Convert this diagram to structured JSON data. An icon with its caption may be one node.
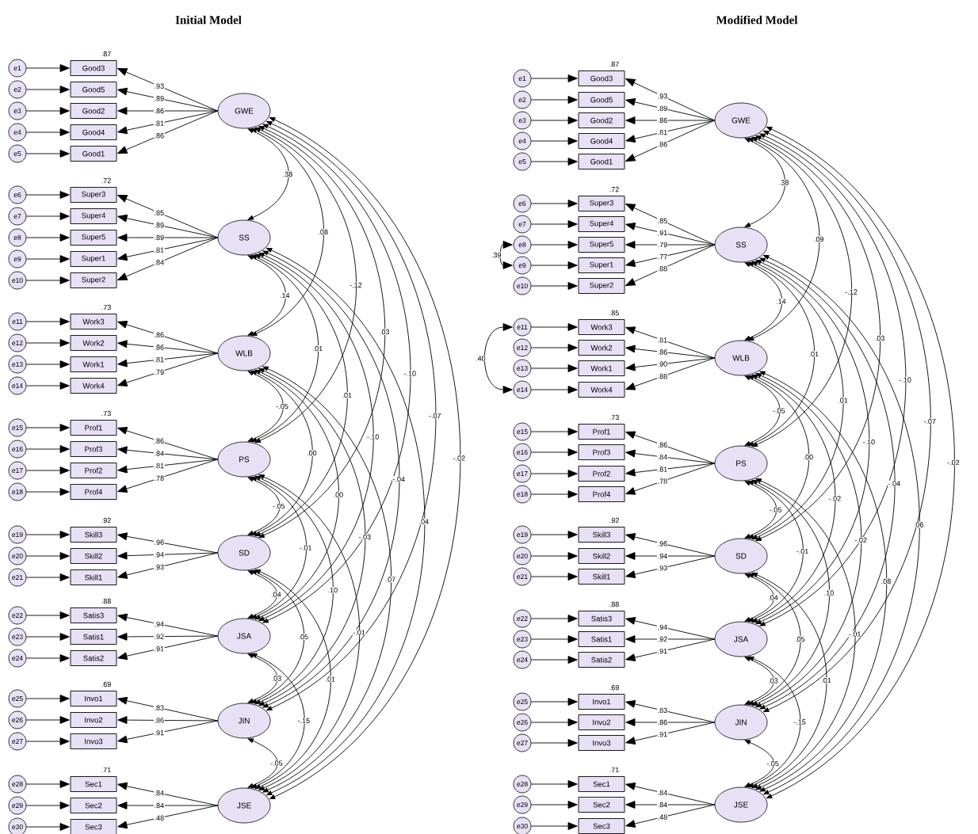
{
  "diagram": {
    "nodes": [
      {
        "text": [
          "e1"
        ]
      },
      {
        "text": [
          "Good3"
        ],
        "beside": [
          ".87"
        ]
      },
      {
        "text": [
          "e2"
        ]
      },
      {
        "text": [
          "Good5"
        ]
      },
      {
        "text": [
          "e3"
        ]
      },
      {
        "text": [
          "Good2"
        ]
      },
      {
        "text": [
          "e4"
        ]
      },
      {
        "text": [
          "Good4"
        ]
      },
      {
        "text": [
          "e5"
        ]
      },
      {
        "text": [
          "Good1"
        ]
      },
      {
        "text": [
          "GWE"
        ]
      },
      {
        "text": [
          "e6"
        ]
      },
      {
        "text": [
          "Super3"
        ],
        "beside": [
          ".72"
        ]
      },
      {
        "text": [
          "e7"
        ]
      },
      {
        "text": [
          "Super4"
        ]
      },
      {
        "text": [
          "e8"
        ]
      },
      {
        "text": [
          "Super5"
        ]
      },
      {
        "text": [
          "e9"
        ]
      },
      {
        "text": [
          "Super1"
        ]
      },
      {
        "text": [
          "e10"
        ]
      },
      {
        "text": [
          "Super2"
        ]
      },
      {
        "text": [
          "SS"
        ]
      },
      {
        "text": [
          "e11"
        ]
      },
      {
        "text": [
          "Work3"
        ],
        "beside": [
          ".73"
        ]
      },
      {
        "text": [
          "e12"
        ]
      },
      {
        "text": [
          "Work2"
        ]
      },
      {
        "text": [
          "e13"
        ]
      },
      {
        "text": [
          "Work1"
        ]
      },
      {
        "text": [
          "e14"
        ]
      },
      {
        "text": [
          "Work4"
        ]
      },
      {
        "text": [
          "WLB"
        ]
      },
      {
        "text": [
          "e15"
        ]
      },
      {
        "text": [
          "Prof1"
        ],
        "beside": [
          ".73"
        ]
      },
      {
        "text": [
          "e16"
        ]
      },
      {
        "text": [
          "Prof3"
        ]
      },
      {
        "text": [
          "e17"
        ]
      },
      {
        "text": [
          "Prof2"
        ]
      },
      {
        "text": [
          "e18"
        ]
      },
      {
        "text": [
          "Prof4"
        ]
      },
      {
        "text": [
          "PS"
        ]
      },
      {
        "text": [
          "e19"
        ]
      },
      {
        "text": [
          "Skill3"
        ],
        "beside": [
          ".92"
        ]
      },
      {
        "text": [
          "e20"
        ]
      },
      {
        "text": [
          "Skill2"
        ]
      },
      {
        "text": [
          "e21"
        ]
      },
      {
        "text": [
          "Skill1"
        ]
      },
      {
        "text": [
          "SD"
        ]
      },
      {
        "text": [
          "e22"
        ]
      },
      {
        "text": [
          "Satis3"
        ],
        "beside": [
          ".88"
        ]
      },
      {
        "text": [
          "e23"
        ]
      },
      {
        "text": [
          "Satis1"
        ]
      },
      {
        "text": [
          "e24"
        ]
      },
      {
        "text": [
          "Satis2"
        ]
      },
      {
        "text": [
          "JSA"
        ]
      },
      {
        "text": [
          "e25"
        ]
      },
      {
        "text": [
          "Invo1"
        ],
        "beside": [
          ".69"
        ]
      },
      {
        "text": [
          "e26"
        ]
      },
      {
        "text": [
          "Invo2"
        ]
      },
      {
        "text": [
          "e27"
        ]
      },
      {
        "text": [
          "Invo3"
        ]
      },
      {
        "text": [
          "JIN"
        ]
      },
      {
        "text": [
          "e28"
        ]
      },
      {
        "text": [
          "Sec1"
        ],
        "beside": [
          ".71"
        ]
      },
      {
        "text": [
          "e29"
        ]
      },
      {
        "text": [
          "Sec2"
        ]
      },
      {
        "text": [
          "e30"
        ]
      },
      {
        "text": [
          "Sec3"
        ]
      },
      {
        "text": [
          "JSE"
        ]
      },
      {
        "text": [
          "e1"
        ]
      },
      {
        "text": [
          "Good3"
        ],
        "beside": [
          ".87"
        ]
      },
      {
        "text": [
          "e2"
        ]
      },
      {
        "text": [
          "Good5"
        ]
      },
      {
        "text": [
          "e3"
        ]
      },
      {
        "text": [
          "Good2"
        ]
      },
      {
        "text": [
          "e4"
        ]
      },
      {
        "text": [
          "Good4"
        ]
      },
      {
        "text": [
          "e5"
        ]
      },
      {
        "text": [
          "Good1"
        ]
      },
      {
        "text": [
          "GWE"
        ]
      },
      {
        "text": [
          "e6"
        ]
      },
      {
        "text": [
          "Super3"
        ],
        "beside": [
          ".72"
        ]
      },
      {
        "text": [
          "e7"
        ]
      },
      {
        "text": [
          "Super4"
        ]
      },
      {
        "text": [
          "e8"
        ]
      },
      {
        "text": [
          "Super5"
        ]
      },
      {
        "text": [
          "e9"
        ]
      },
      {
        "text": [
          "Super1"
        ]
      },
      {
        "text": [
          "e10"
        ]
      },
      {
        "text": [
          "Super2"
        ]
      },
      {
        "text": [
          "SS"
        ]
      },
      {
        "text": [
          "e11"
        ]
      },
      {
        "text": [
          "Work3"
        ],
        "beside": [
          ".85"
        ]
      },
      {
        "text": [
          "e12"
        ]
      },
      {
        "text": [
          "Work2"
        ]
      },
      {
        "text": [
          "e13"
        ]
      },
      {
        "text": [
          "Work1"
        ]
      },
      {
        "text": [
          "e14"
        ]
      },
      {
        "text": [
          "Work4"
        ]
      },
      {
        "text": [
          "WLB"
        ]
      },
      {
        "text": [
          "e15"
        ]
      },
      {
        "text": [
          "Prof1"
        ],
        "beside": [
          ".73"
        ]
      },
      {
        "text": [
          "e16"
        ]
      },
      {
        "text": [
          "Prof3"
        ]
      },
      {
        "text": [
          "e17"
        ]
      },
      {
        "text": [
          "Prof2"
        ]
      },
      {
        "text": [
          "e18"
        ]
      },
      {
        "text": [
          "Prof4"
        ]
      },
      {
        "text": [
          "PS"
        ]
      },
      {
        "text": [
          "e19"
        ]
      },
      {
        "text": [
          "Skill3"
        ],
        "beside": [
          ".92"
        ]
      },
      {
        "text": [
          "e20"
        ]
      },
      {
        "text": [
          "Skill2"
        ]
      },
      {
        "text": [
          "e21"
        ]
      },
      {
        "text": [
          "Skill1"
        ]
      },
      {
        "text": [
          "SD"
        ]
      },
      {
        "text": [
          "e22"
        ]
      },
      {
        "text": [
          "Satis3"
        ],
        "beside": [
          ".88"
        ]
      },
      {
        "text": [
          "e23"
        ]
      },
      {
        "text": [
          "Satis1"
        ]
      },
      {
        "text": [
          "e24"
        ]
      },
      {
        "text": [
          "Satis2"
        ]
      },
      {
        "text": [
          "JSA"
        ]
      },
      {
        "text": [
          "e25"
        ]
      },
      {
        "text": [
          "Invo1"
        ],
        "beside": [
          ".69"
        ]
      },
      {
        "text": [
          "e26"
        ]
      },
      {
        "text": [
          "Invo2"
        ]
      },
      {
        "text": [
          "e27"
        ]
      },
      {
        "text": [
          "Invo3"
        ]
      },
      {
        "text": [
          "JIN"
        ]
      },
      {
        "text": [
          "e28"
        ]
      },
      {
        "text": [
          "Sec1"
        ],
        "beside": [
          ".71"
        ]
      },
      {
        "text": [
          "e29"
        ]
      },
      {
        "text": [
          "Sec2"
        ]
      },
      {
        "text": [
          "e30"
        ]
      },
      {
        "text": [
          "Sec3"
        ]
      },
      {
        "text": [
          "JSE"
        ]
      }
    ],
    "edges": [
      {
        "from": 0,
        "to": 1,
        "arrow": "to"
      },
      {
        "from": 2,
        "to": 3,
        "arrow": "to"
      },
      {
        "from": 4,
        "to": 5,
        "arrow": "to"
      },
      {
        "from": 6,
        "to": 7,
        "arrow": "to"
      },
      {
        "from": 8,
        "to": 9,
        "arrow": "to"
      },
      {
        "from": 10,
        "to": 1,
        "arrow": "to",
        "label": ".93"
      },
      {
        "from": 10,
        "to": 3,
        "arrow": "to",
        "label": ".89"
      },
      {
        "from": 10,
        "to": 5,
        "arrow": "to",
        "label": ".86"
      },
      {
        "from": 10,
        "to": 7,
        "arrow": "to",
        "label": ".81"
      },
      {
        "from": 10,
        "to": 9,
        "arrow": "to",
        "label": ".86"
      },
      {
        "from": 11,
        "to": 12,
        "arrow": "to"
      },
      {
        "from": 13,
        "to": 14,
        "arrow": "to"
      },
      {
        "from": 15,
        "to": 16,
        "arrow": "to"
      },
      {
        "from": 17,
        "to": 18,
        "arrow": "to"
      },
      {
        "from": 19,
        "to": 20,
        "arrow": "to"
      },
      {
        "from": 21,
        "to": 12,
        "arrow": "to",
        "label": ".85"
      },
      {
        "from": 21,
        "to": 14,
        "arrow": "to",
        "label": ".89"
      },
      {
        "from": 21,
        "to": 16,
        "arrow": "to",
        "label": ".89"
      },
      {
        "from": 21,
        "to": 18,
        "arrow": "to",
        "label": ".81"
      },
      {
        "from": 21,
        "to": 20,
        "arrow": "to",
        "label": ".84"
      },
      {
        "from": 22,
        "to": 23,
        "arrow": "to"
      },
      {
        "from": 24,
        "to": 25,
        "arrow": "to"
      },
      {
        "from": 26,
        "to": 27,
        "arrow": "to"
      },
      {
        "from": 28,
        "to": 29,
        "arrow": "to"
      },
      {
        "from": 30,
        "to": 23,
        "arrow": "to",
        "label": ".86"
      },
      {
        "from": 30,
        "to": 25,
        "arrow": "to",
        "label": ".86"
      },
      {
        "from": 30,
        "to": 27,
        "arrow": "to",
        "label": ".81"
      },
      {
        "from": 30,
        "to": 29,
        "arrow": "to",
        "label": ".79"
      },
      {
        "from": 31,
        "to": 32,
        "arrow": "to"
      },
      {
        "from": 33,
        "to": 34,
        "arrow": "to"
      },
      {
        "from": 35,
        "to": 36,
        "arrow": "to"
      },
      {
        "from": 37,
        "to": 38,
        "arrow": "to"
      },
      {
        "from": 39,
        "to": 32,
        "arrow": "to",
        "label": ".86"
      },
      {
        "from": 39,
        "to": 34,
        "arrow": "to",
        "label": ".84"
      },
      {
        "from": 39,
        "to": 36,
        "arrow": "to",
        "label": ".81"
      },
      {
        "from": 39,
        "to": 38,
        "arrow": "to",
        "label": ".78"
      },
      {
        "from": 40,
        "to": 41,
        "arrow": "to"
      },
      {
        "from": 42,
        "to": 43,
        "arrow": "to"
      },
      {
        "from": 44,
        "to": 45,
        "arrow": "to"
      },
      {
        "from": 46,
        "to": 41,
        "arrow": "to",
        "label": ".96"
      },
      {
        "from": 46,
        "to": 43,
        "arrow": "to",
        "label": ".94"
      },
      {
        "from": 46,
        "to": 45,
        "arrow": "to",
        "label": ".93"
      },
      {
        "from": 47,
        "to": 48,
        "arrow": "to"
      },
      {
        "from": 49,
        "to": 50,
        "arrow": "to"
      },
      {
        "from": 51,
        "to": 52,
        "arrow": "to"
      },
      {
        "from": 53,
        "to": 48,
        "arrow": "to",
        "label": ".94"
      },
      {
        "from": 53,
        "to": 50,
        "arrow": "to",
        "label": ".92"
      },
      {
        "from": 53,
        "to": 52,
        "arrow": "to",
        "label": ".91"
      },
      {
        "from": 54,
        "to": 55,
        "arrow": "to"
      },
      {
        "from": 56,
        "to": 57,
        "arrow": "to"
      },
      {
        "from": 58,
        "to": 59,
        "arrow": "to"
      },
      {
        "from": 60,
        "to": 55,
        "arrow": "to",
        "label": ".83"
      },
      {
        "from": 60,
        "to": 57,
        "arrow": "to",
        "label": ".86"
      },
      {
        "from": 60,
        "to": 59,
        "arrow": "to",
        "label": ".91"
      },
      {
        "from": 61,
        "to": 62,
        "arrow": "to"
      },
      {
        "from": 63,
        "to": 64,
        "arrow": "to"
      },
      {
        "from": 65,
        "to": 66,
        "arrow": "to"
      },
      {
        "from": 67,
        "to": 62,
        "arrow": "to",
        "label": ".84"
      },
      {
        "from": 67,
        "to": 64,
        "arrow": "to",
        "label": ".84"
      },
      {
        "from": 67,
        "to": 66,
        "arrow": "to",
        "label": ".48"
      },
      {
        "from": 10,
        "to": 21,
        "arrow": "both",
        "label": ".38"
      },
      {
        "from": 10,
        "to": 30,
        "arrow": "both",
        "label": ".08"
      },
      {
        "from": 10,
        "to": 39,
        "arrow": "both",
        "label": "-.12"
      },
      {
        "from": 10,
        "to": 46,
        "arrow": "both",
        "label": ".03"
      },
      {
        "from": 10,
        "to": 53,
        "arrow": "both",
        "label": "-.10"
      },
      {
        "from": 10,
        "to": 60,
        "arrow": "both",
        "label": "-.07"
      },
      {
        "from": 10,
        "to": 67,
        "arrow": "both",
        "label": "-.02"
      },
      {
        "from": 21,
        "to": 30,
        "arrow": "both",
        "label": ".14"
      },
      {
        "from": 21,
        "to": 39,
        "arrow": "both",
        "label": ".01"
      },
      {
        "from": 21,
        "to": 46,
        "arrow": "both",
        "label": ".01"
      },
      {
        "from": 21,
        "to": 53,
        "arrow": "both",
        "label": "-.10"
      },
      {
        "from": 21,
        "to": 60,
        "arrow": "both",
        "label": "-.04"
      },
      {
        "from": 21,
        "to": 67,
        "arrow": "both",
        "label": ".04"
      },
      {
        "from": 30,
        "to": 39,
        "arrow": "both",
        "label": "-.05"
      },
      {
        "from": 30,
        "to": 46,
        "arrow": "both",
        "label": ".00"
      },
      {
        "from": 30,
        "to": 53,
        "arrow": "both",
        "label": ".00"
      },
      {
        "from": 30,
        "to": 60,
        "arrow": "both",
        "label": "-.03"
      },
      {
        "from": 30,
        "to": 67,
        "arrow": "both",
        "label": ".07"
      },
      {
        "from": 39,
        "to": 46,
        "arrow": "both",
        "label": "-.05"
      },
      {
        "from": 39,
        "to": 53,
        "arrow": "both",
        "label": "-.01"
      },
      {
        "from": 39,
        "to": 60,
        "arrow": "both",
        "label": ".10"
      },
      {
        "from": 39,
        "to": 67,
        "arrow": "both",
        "label": "-.01"
      },
      {
        "from": 46,
        "to": 53,
        "arrow": "both",
        "label": ".04"
      },
      {
        "from": 46,
        "to": 60,
        "arrow": "both",
        "label": ".05"
      },
      {
        "from": 46,
        "to": 67,
        "arrow": "both",
        "label": ".01"
      },
      {
        "from": 53,
        "to": 60,
        "arrow": "both",
        "label": ".03"
      },
      {
        "from": 53,
        "to": 67,
        "arrow": "both",
        "label": "-.15"
      },
      {
        "from": 60,
        "to": 67,
        "arrow": "both",
        "label": "-.05"
      },
      {
        "from": 68,
        "to": 69,
        "arrow": "to"
      },
      {
        "from": 70,
        "to": 71,
        "arrow": "to"
      },
      {
        "from": 72,
        "to": 73,
        "arrow": "to"
      },
      {
        "from": 74,
        "to": 75,
        "arrow": "to"
      },
      {
        "from": 76,
        "to": 77,
        "arrow": "to"
      },
      {
        "from": 78,
        "to": 69,
        "arrow": "to",
        "label": ".93"
      },
      {
        "from": 78,
        "to": 71,
        "arrow": "to",
        "label": ".89"
      },
      {
        "from": 78,
        "to": 73,
        "arrow": "to",
        "label": ".86"
      },
      {
        "from": 78,
        "to": 75,
        "arrow": "to",
        "label": ".81"
      },
      {
        "from": 78,
        "to": 77,
        "arrow": "to",
        "label": ".86"
      },
      {
        "from": 79,
        "to": 80,
        "arrow": "to"
      },
      {
        "from": 81,
        "to": 82,
        "arrow": "to"
      },
      {
        "from": 83,
        "to": 84,
        "arrow": "to"
      },
      {
        "from": 85,
        "to": 86,
        "arrow": "to"
      },
      {
        "from": 87,
        "to": 88,
        "arrow": "to"
      },
      {
        "from": 89,
        "to": 80,
        "arrow": "to",
        "label": ".85"
      },
      {
        "from": 89,
        "to": 82,
        "arrow": "to",
        "label": ".91"
      },
      {
        "from": 89,
        "to": 84,
        "arrow": "to",
        "label": ".79"
      },
      {
        "from": 89,
        "to": 86,
        "arrow": "to",
        "label": ".77"
      },
      {
        "from": 89,
        "to": 88,
        "arrow": "to",
        "label": ".88"
      },
      {
        "from": 90,
        "to": 91,
        "arrow": "to"
      },
      {
        "from": 92,
        "to": 93,
        "arrow": "to"
      },
      {
        "from": 94,
        "to": 95,
        "arrow": "to"
      },
      {
        "from": 96,
        "to": 97,
        "arrow": "to"
      },
      {
        "from": 98,
        "to": 91,
        "arrow": "to",
        "label": ".81"
      },
      {
        "from": 98,
        "to": 93,
        "arrow": "to",
        "label": ".86"
      },
      {
        "from": 98,
        "to": 95,
        "arrow": "to",
        "label": ".90"
      },
      {
        "from": 98,
        "to": 97,
        "arrow": "to",
        "label": ".88"
      },
      {
        "from": 99,
        "to": 100,
        "arrow": "to"
      },
      {
        "from": 101,
        "to": 102,
        "arrow": "to"
      },
      {
        "from": 103,
        "to": 104,
        "arrow": "to"
      },
      {
        "from": 105,
        "to": 106,
        "arrow": "to"
      },
      {
        "from": 107,
        "to": 100,
        "arrow": "to",
        "label": ".86"
      },
      {
        "from": 107,
        "to": 102,
        "arrow": "to",
        "label": ".84"
      },
      {
        "from": 107,
        "to": 104,
        "arrow": "to",
        "label": ".81"
      },
      {
        "from": 107,
        "to": 106,
        "arrow": "to",
        "label": ".78"
      },
      {
        "from": 108,
        "to": 109,
        "arrow": "to"
      },
      {
        "from": 110,
        "to": 111,
        "arrow": "to"
      },
      {
        "from": 112,
        "to": 113,
        "arrow": "to"
      },
      {
        "from": 114,
        "to": 109,
        "arrow": "to",
        "label": ".96"
      },
      {
        "from": 114,
        "to": 111,
        "arrow": "to",
        "label": ".94"
      },
      {
        "from": 114,
        "to": 113,
        "arrow": "to",
        "label": ".93"
      },
      {
        "from": 115,
        "to": 116,
        "arrow": "to"
      },
      {
        "from": 117,
        "to": 118,
        "arrow": "to"
      },
      {
        "from": 119,
        "to": 120,
        "arrow": "to"
      },
      {
        "from": 121,
        "to": 116,
        "arrow": "to",
        "label": ".94"
      },
      {
        "from": 121,
        "to": 118,
        "arrow": "to",
        "label": ".92"
      },
      {
        "from": 121,
        "to": 120,
        "arrow": "to",
        "label": ".91"
      },
      {
        "from": 122,
        "to": 123,
        "arrow": "to"
      },
      {
        "from": 124,
        "to": 125,
        "arrow": "to"
      },
      {
        "from": 126,
        "to": 127,
        "arrow": "to"
      },
      {
        "from": 128,
        "to": 123,
        "arrow": "to",
        "label": ".83"
      },
      {
        "from": 128,
        "to": 125,
        "arrow": "to",
        "label": ".86"
      },
      {
        "from": 128,
        "to": 127,
        "arrow": "to",
        "label": ".91"
      },
      {
        "from": 129,
        "to": 130,
        "arrow": "to"
      },
      {
        "from": 131,
        "to": 132,
        "arrow": "to"
      },
      {
        "from": 133,
        "to": 134,
        "arrow": "to"
      },
      {
        "from": 135,
        "to": 130,
        "arrow": "to",
        "label": ".84"
      },
      {
        "from": 135,
        "to": 132,
        "arrow": "to",
        "label": ".84"
      },
      {
        "from": 135,
        "to": 134,
        "arrow": "to",
        "label": ".48"
      },
      {
        "from": 78,
        "to": 89,
        "arrow": "both",
        "label": ".38"
      },
      {
        "from": 78,
        "to": 98,
        "arrow": "both",
        "label": ".09"
      },
      {
        "from": 78,
        "to": 107,
        "arrow": "both",
        "label": "-.12"
      },
      {
        "from": 78,
        "to": 114,
        "arrow": "both",
        "label": ".03"
      },
      {
        "from": 78,
        "to": 121,
        "arrow": "both",
        "label": "-.10"
      },
      {
        "from": 78,
        "to": 128,
        "arrow": "both",
        "label": "-.07"
      },
      {
        "from": 78,
        "to": 135,
        "arrow": "both",
        "label": "-.02"
      },
      {
        "from": 89,
        "to": 98,
        "arrow": "both",
        "label": ".14"
      },
      {
        "from": 89,
        "to": 107,
        "arrow": "both",
        "label": ".01"
      },
      {
        "from": 89,
        "to": 114,
        "arrow": "both",
        "label": ".01"
      },
      {
        "from": 89,
        "to": 121,
        "arrow": "both",
        "label": "-.10"
      },
      {
        "from": 89,
        "to": 128,
        "arrow": "both",
        "label": "-.04"
      },
      {
        "from": 89,
        "to": 135,
        "arrow": "both",
        "label": ".06"
      },
      {
        "from": 98,
        "to": 107,
        "arrow": "both",
        "label": "-.05"
      },
      {
        "from": 98,
        "to": 114,
        "arrow": "both",
        "label": ".00"
      },
      {
        "from": 98,
        "to": 121,
        "arrow": "both",
        "label": "-.02"
      },
      {
        "from": 98,
        "to": 128,
        "arrow": "both",
        "label": "-.02"
      },
      {
        "from": 98,
        "to": 135,
        "arrow": "both",
        "label": ".08"
      },
      {
        "from": 107,
        "to": 114,
        "arrow": "both",
        "label": "-.05"
      },
      {
        "from": 107,
        "to": 121,
        "arrow": "both",
        "label": "-.01"
      },
      {
        "from": 107,
        "to": 128,
        "arrow": "both",
        "label": ".10"
      },
      {
        "from": 107,
        "to": 135,
        "arrow": "both",
        "label": "-.01"
      },
      {
        "from": 114,
        "to": 121,
        "arrow": "both",
        "label": ".04"
      },
      {
        "from": 114,
        "to": 128,
        "arrow": "both",
        "label": ".05"
      },
      {
        "from": 114,
        "to": 135,
        "arrow": "both",
        "label": ".01"
      },
      {
        "from": 121,
        "to": 128,
        "arrow": "both",
        "label": ".03"
      },
      {
        "from": 121,
        "to": 135,
        "arrow": "both",
        "label": "-.15"
      },
      {
        "from": 128,
        "to": 135,
        "arrow": "both",
        "label": "-.05"
      },
      {
        "from": 83,
        "to": 85,
        "arrow": "both",
        "label": ".39"
      },
      {
        "from": 90,
        "to": 96,
        "arrow": "both",
        "label": ".40"
      }
    ],
    "labels": [
      "Initial Model",
      "Modified Model"
    ]
  }
}
